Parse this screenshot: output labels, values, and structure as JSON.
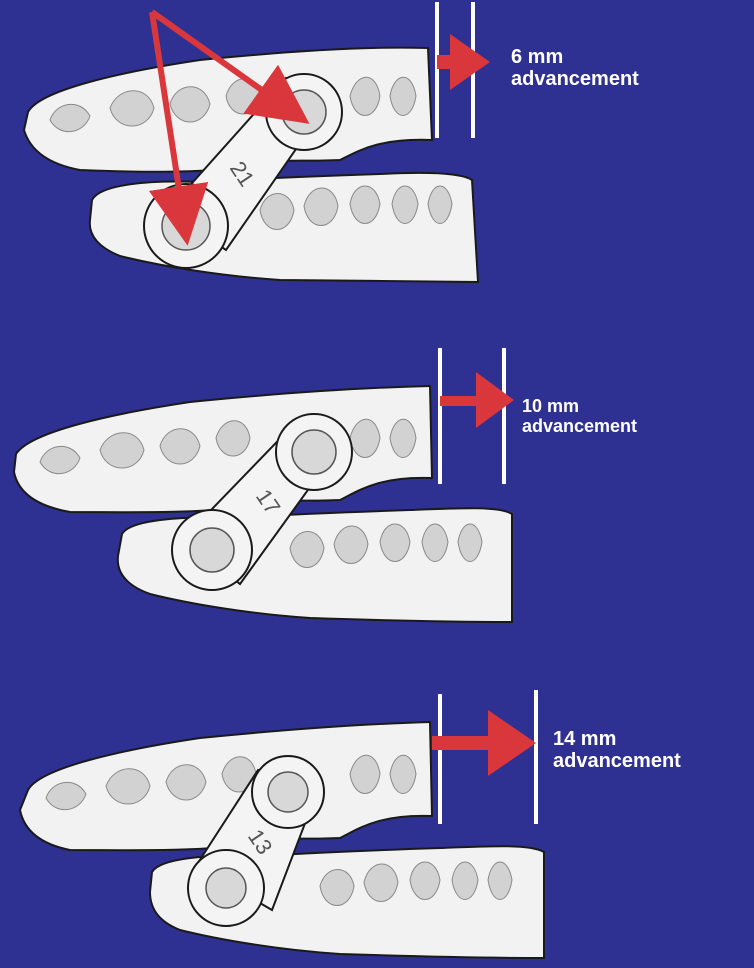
{
  "colors": {
    "background": "#2e3192",
    "arrow": "#d9373c",
    "appliance": "#f2f2f2",
    "tooth_shade": "#c9c9c9",
    "outline": "#1a1a1a",
    "guide_line": "#ffffff"
  },
  "panels": [
    {
      "advancement": "6 mm",
      "caption": "advancement",
      "link_number": "21"
    },
    {
      "advancement": "10 mm",
      "caption": "advancement",
      "link_number": "17"
    },
    {
      "advancement": "14 mm",
      "caption": "advancement",
      "link_number": "13"
    }
  ]
}
